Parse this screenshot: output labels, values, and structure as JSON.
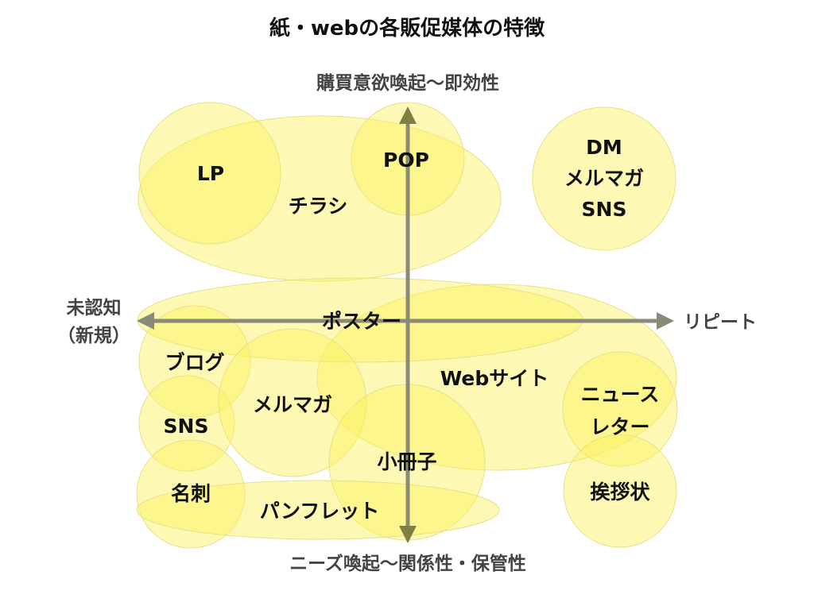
{
  "title": "紙・webの各販促媒体の特徴",
  "axes": {
    "top": "購買意欲喚起〜即効性",
    "bottom": "ニーズ喚起〜関係性・保管性",
    "left": [
      "未認知",
      "（新規）"
    ],
    "right": "リピート"
  },
  "media": [
    {
      "id": "chirashi",
      "label": "チラシ"
    },
    {
      "id": "lp",
      "label": "LP"
    },
    {
      "id": "pop",
      "label": "POP"
    },
    {
      "id": "dm-group",
      "label": [
        "DM",
        "メルマガ",
        "SNS"
      ]
    },
    {
      "id": "poster",
      "label": "ポスター"
    },
    {
      "id": "website",
      "label": "Webサイト"
    },
    {
      "id": "blog",
      "label": "ブログ"
    },
    {
      "id": "sns",
      "label": "SNS"
    },
    {
      "id": "mailmag",
      "label": "メルマガ"
    },
    {
      "id": "booklet",
      "label": "小冊子"
    },
    {
      "id": "newsletter",
      "label": [
        "ニュース",
        "レター"
      ]
    },
    {
      "id": "meishi",
      "label": "名刺"
    },
    {
      "id": "pamphlet",
      "label": "パンフレット"
    },
    {
      "id": "greeting",
      "label": "挨拶状"
    }
  ],
  "colors": {
    "bubble_fill": "#fbf25c",
    "bubble_stroke": "#e8e089",
    "axis": "#8a8a78",
    "title_text": "#111111",
    "axis_text": "#444444"
  }
}
